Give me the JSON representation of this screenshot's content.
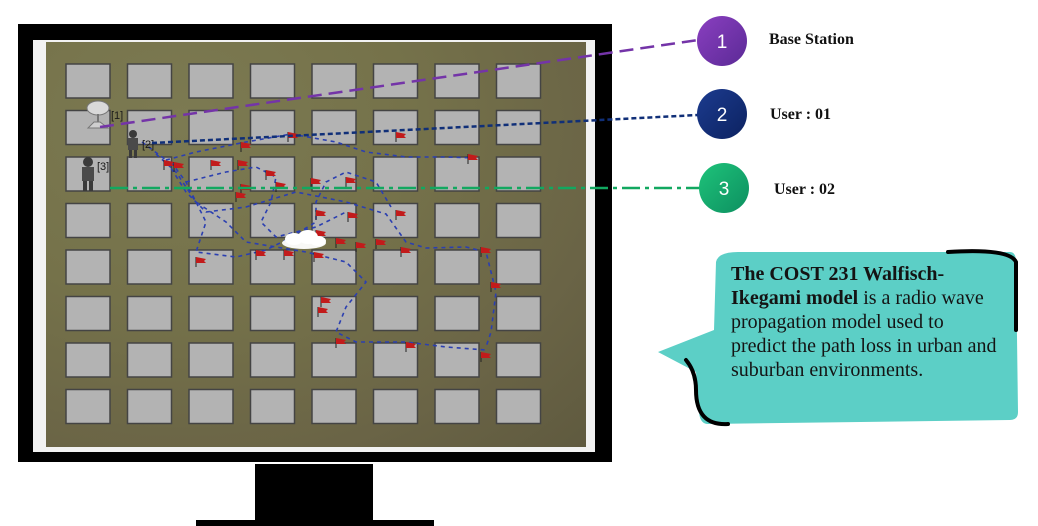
{
  "legend": [
    {
      "number": "1",
      "label": "Base Station",
      "color": "#7434a8"
    },
    {
      "number": "2",
      "label": "User : 01",
      "color": "#102f78"
    },
    {
      "number": "3",
      "label": "User : 02",
      "color": "#12a860"
    }
  ],
  "simulation": {
    "node_labels": [
      "[1]",
      "[2]",
      "[3]"
    ],
    "building_color": "#b3b3b3",
    "background_color": "#757149",
    "path_color": "#2b3fb0",
    "flag_color": "#c21b1b"
  },
  "callout": {
    "bold_text": "The COST 231 Walfisch-Ikegami model",
    "text": " is a radio wave propagation model used to predict the path loss in urban and suburban environments.",
    "background": "#5ccfc6"
  }
}
